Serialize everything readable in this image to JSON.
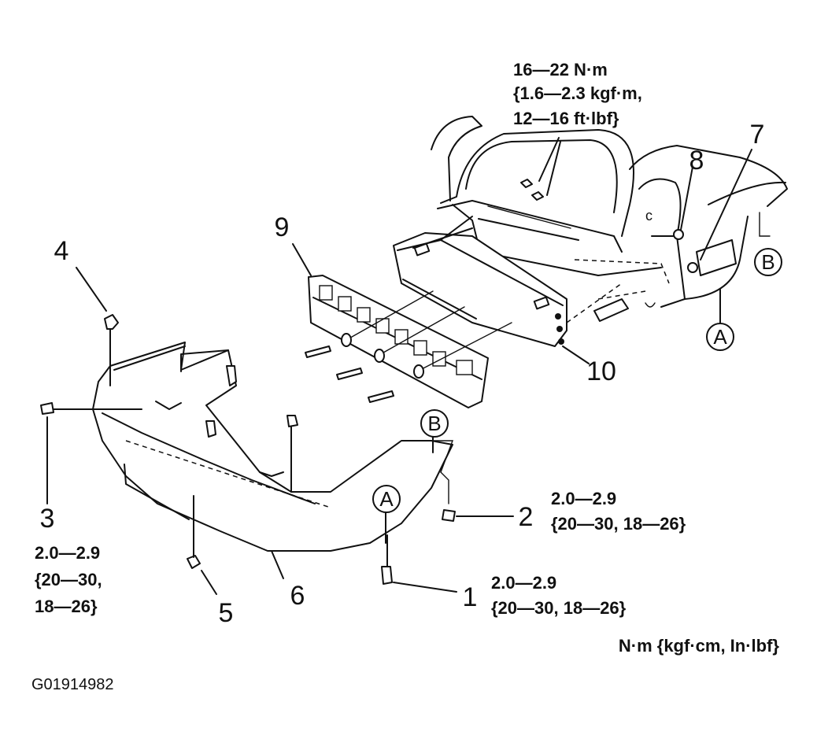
{
  "figure_code": "G01914982",
  "units_note": "N·m {kgf·cm, In·lbf}",
  "torque_top": [
    "16—22 N·m",
    "{1.6—2.3 kgf·m,",
    "12—16 ft·lbf}"
  ],
  "torque_1": [
    "2.0—2.9",
    "{20—30, 18—26}"
  ],
  "torque_2": [
    "2.0—2.9",
    "{20—30, 18—26}"
  ],
  "torque_3": [
    "2.0—2.9",
    "{20—30,",
    "18—26}"
  ],
  "callouts": {
    "c1": "1",
    "c2": "2",
    "c3": "3",
    "c4": "4",
    "c5": "5",
    "c6": "6",
    "c7": "7",
    "c8": "8",
    "c9": "9",
    "c10": "10"
  },
  "ref_marks": {
    "a_upper": "A",
    "b_upper": "B",
    "a_lower": "A",
    "b_lower": "B"
  }
}
